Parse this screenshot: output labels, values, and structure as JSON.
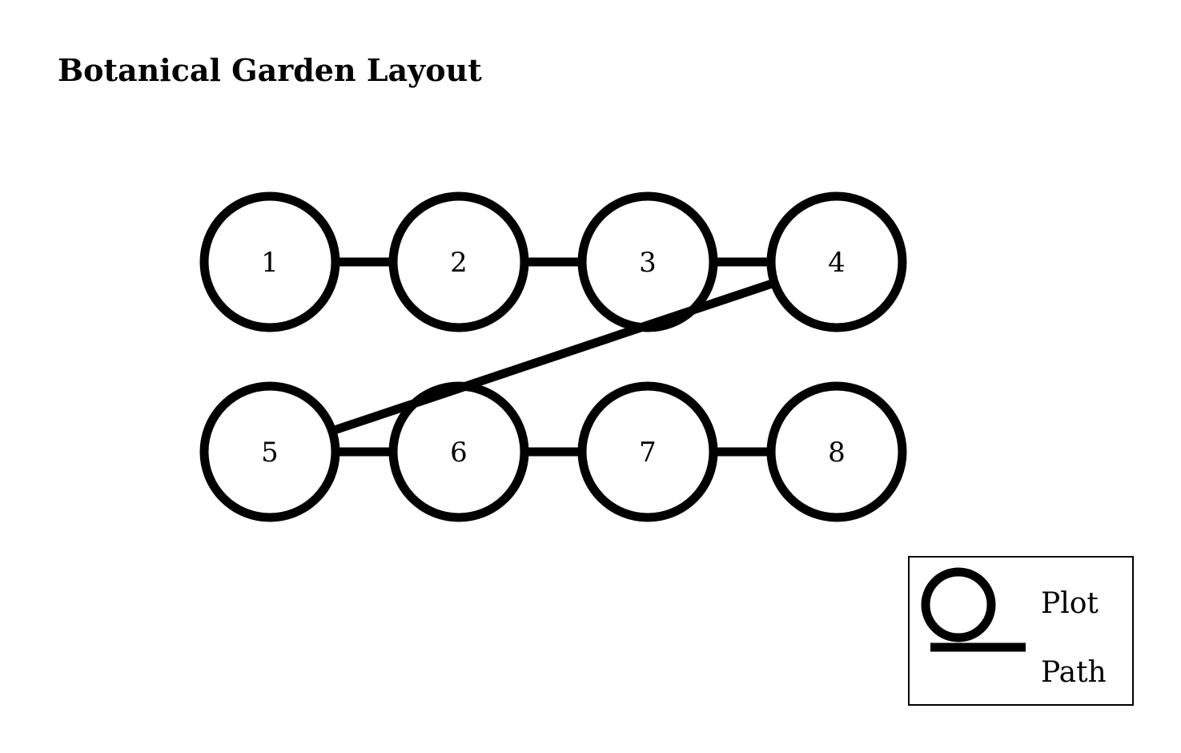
{
  "title": "Botanical Garden Layout",
  "plots": [
    {
      "id": "1",
      "label": "1"
    },
    {
      "id": "2",
      "label": "2"
    },
    {
      "id": "3",
      "label": "3"
    },
    {
      "id": "4",
      "label": "4"
    },
    {
      "id": "5",
      "label": "5"
    },
    {
      "id": "6",
      "label": "6"
    },
    {
      "id": "7",
      "label": "7"
    },
    {
      "id": "8",
      "label": "8"
    }
  ],
  "paths": [
    {
      "from": "1",
      "to": "2"
    },
    {
      "from": "2",
      "to": "3"
    },
    {
      "from": "3",
      "to": "4"
    },
    {
      "from": "5",
      "to": "6"
    },
    {
      "from": "6",
      "to": "7"
    },
    {
      "from": "7",
      "to": "8"
    },
    {
      "from": "4",
      "to": "5"
    }
  ],
  "legend": {
    "plot_label": "Plot",
    "path_label": "Path"
  },
  "colors": {
    "stroke": "#000000",
    "background": "#ffffff"
  }
}
